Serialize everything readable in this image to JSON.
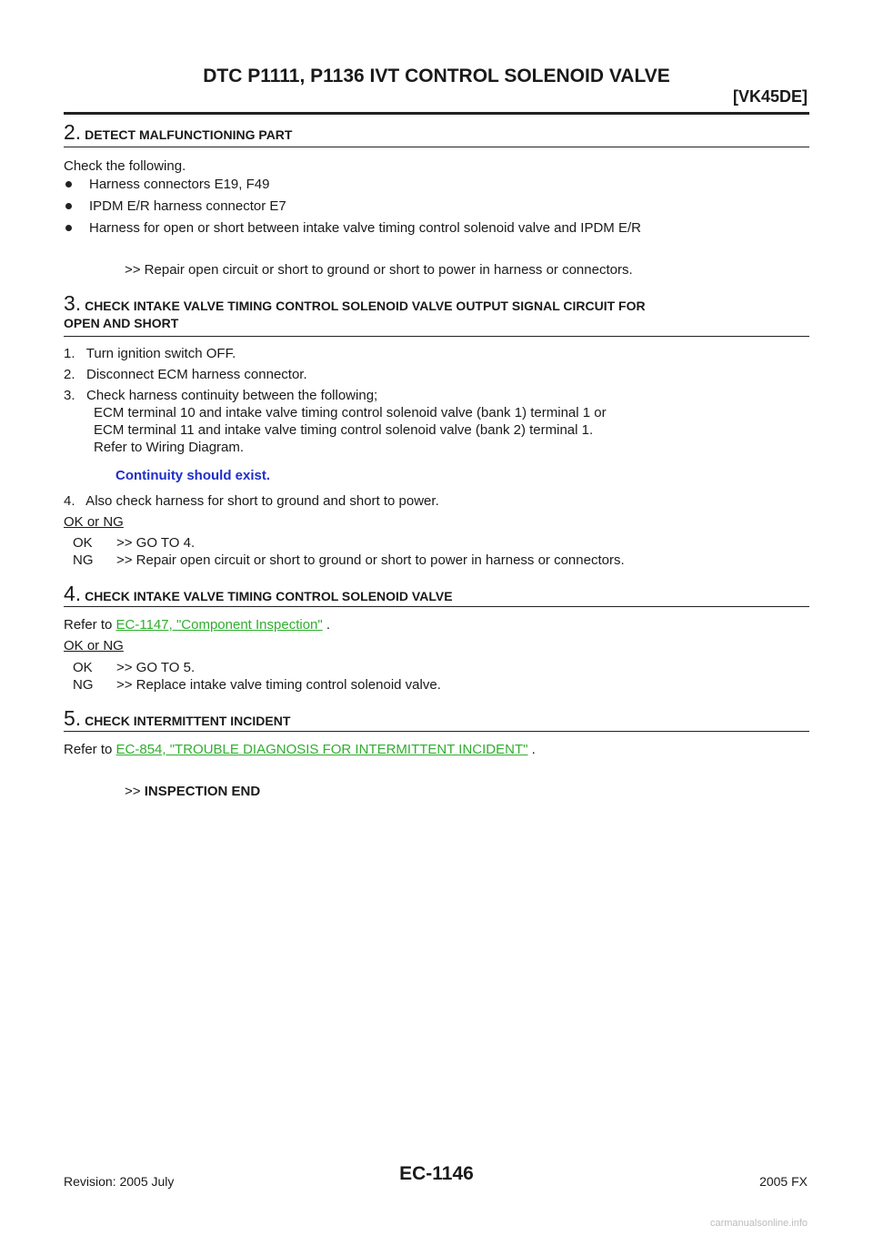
{
  "header": {
    "title": "DTC P1111, P1136 IVT CONTROL SOLENOID VALVE",
    "engine": "[VK45DE]"
  },
  "step2": {
    "num": "2.",
    "heading": "DETECT MALFUNCTIONING PART",
    "intro": "Check the following.",
    "bullets": [
      "Harness connectors E19, F49",
      "IPDM E/R harness connector E7",
      "Harness for open or short between intake valve timing control solenoid valve and IPDM E/R"
    ],
    "result": ">> Repair open circuit or short to ground or short to power in harness or connectors."
  },
  "step3": {
    "num": "3.",
    "heading_line1": "CHECK INTAKE VALVE TIMING CONTROL SOLENOID VALVE OUTPUT SIGNAL CIRCUIT FOR",
    "heading_line2": "OPEN AND SHORT",
    "item1": "1.   Turn ignition switch OFF.",
    "item2": "2.   Disconnect ECM harness connector.",
    "item3": "3.   Check harness continuity between the following;",
    "item3_sub1": "ECM terminal 10 and intake valve timing control solenoid valve (bank 1) terminal 1 or",
    "item3_sub2": "ECM terminal 11 and intake valve timing control solenoid valve (bank 2) terminal 1.",
    "item3_sub3": "Refer to Wiring Diagram.",
    "spec": "Continuity should exist.",
    "item4": "4.   Also check harness for short to ground and short to power.",
    "oknglabel": "OK or NG",
    "ok_code": "OK",
    "ok_text": ">> GO TO 4.",
    "ng_code": "NG",
    "ng_text": ">> Repair open circuit or short to ground or short to power in harness or connectors."
  },
  "step4": {
    "num": "4.",
    "heading": "CHECK INTAKE VALVE TIMING CONTROL SOLENOID VALVE",
    "refer_prefix": "Refer to ",
    "refer_link": "EC-1147, \"Component Inspection\"",
    "refer_suffix": " .",
    "oknglabel": "OK or NG",
    "ok_code": "OK",
    "ok_text": ">> GO TO 5.",
    "ng_code": "NG",
    "ng_text": ">> Replace intake valve timing control solenoid valve."
  },
  "step5": {
    "num": "5.",
    "heading": "CHECK INTERMITTENT INCIDENT",
    "refer_prefix": "Refer to ",
    "refer_link": "EC-854, \"TROUBLE DIAGNOSIS FOR INTERMITTENT INCIDENT\"",
    "refer_suffix": " .",
    "end_prefix": ">> ",
    "end_text": "INSPECTION END"
  },
  "footer": {
    "revision": "Revision: 2005 July",
    "page": "EC-1146",
    "model": "2005 FX",
    "watermark": "carmanualsonline.info"
  }
}
